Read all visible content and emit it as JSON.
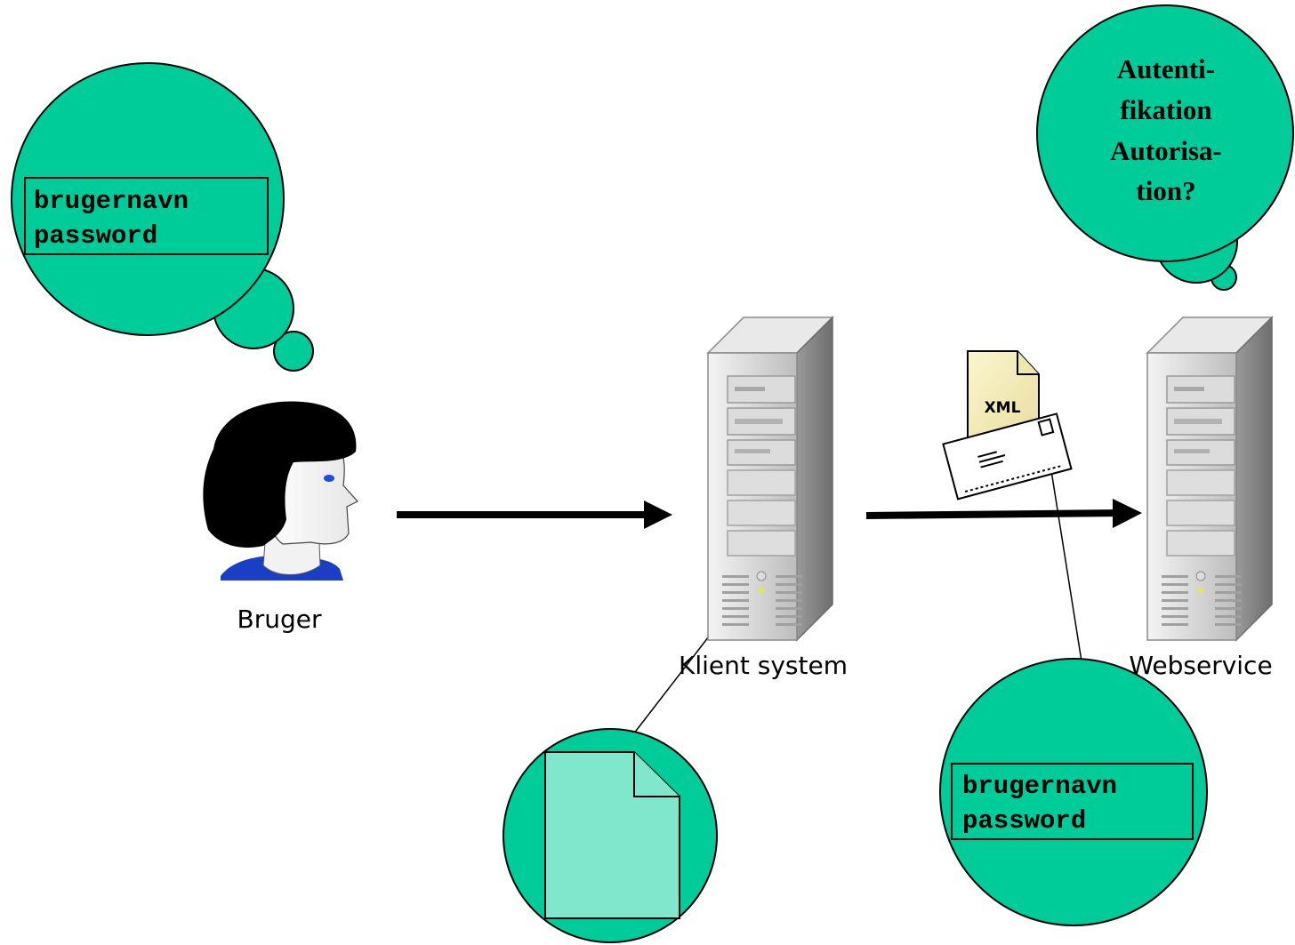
{
  "colors": {
    "bubble_fill": "#00cc99",
    "document_fill": "#80e6cc",
    "arrow": "#000000",
    "person_shirt": "#1a3fc4",
    "person_hair": "#000000",
    "server_body": "#c8c8c8"
  },
  "user_bubble": {
    "line1": "brugernavn",
    "line2": "password"
  },
  "auth_bubble": {
    "line1": "Autenti-",
    "line2": "fikation",
    "line3": "Autorisa-",
    "line4": "tion?"
  },
  "credentials_bubble": {
    "line1": "brugernavn",
    "line2": "password"
  },
  "nodes": {
    "user_label": "Bruger",
    "client_label": "Klient system",
    "service_label": "Webservice"
  },
  "xml_document": {
    "label": "XML"
  },
  "icons": {
    "user": "person-icon",
    "client": "server-tower-icon",
    "service": "server-tower-icon",
    "message": "xml-envelope-icon",
    "document": "document-icon"
  }
}
